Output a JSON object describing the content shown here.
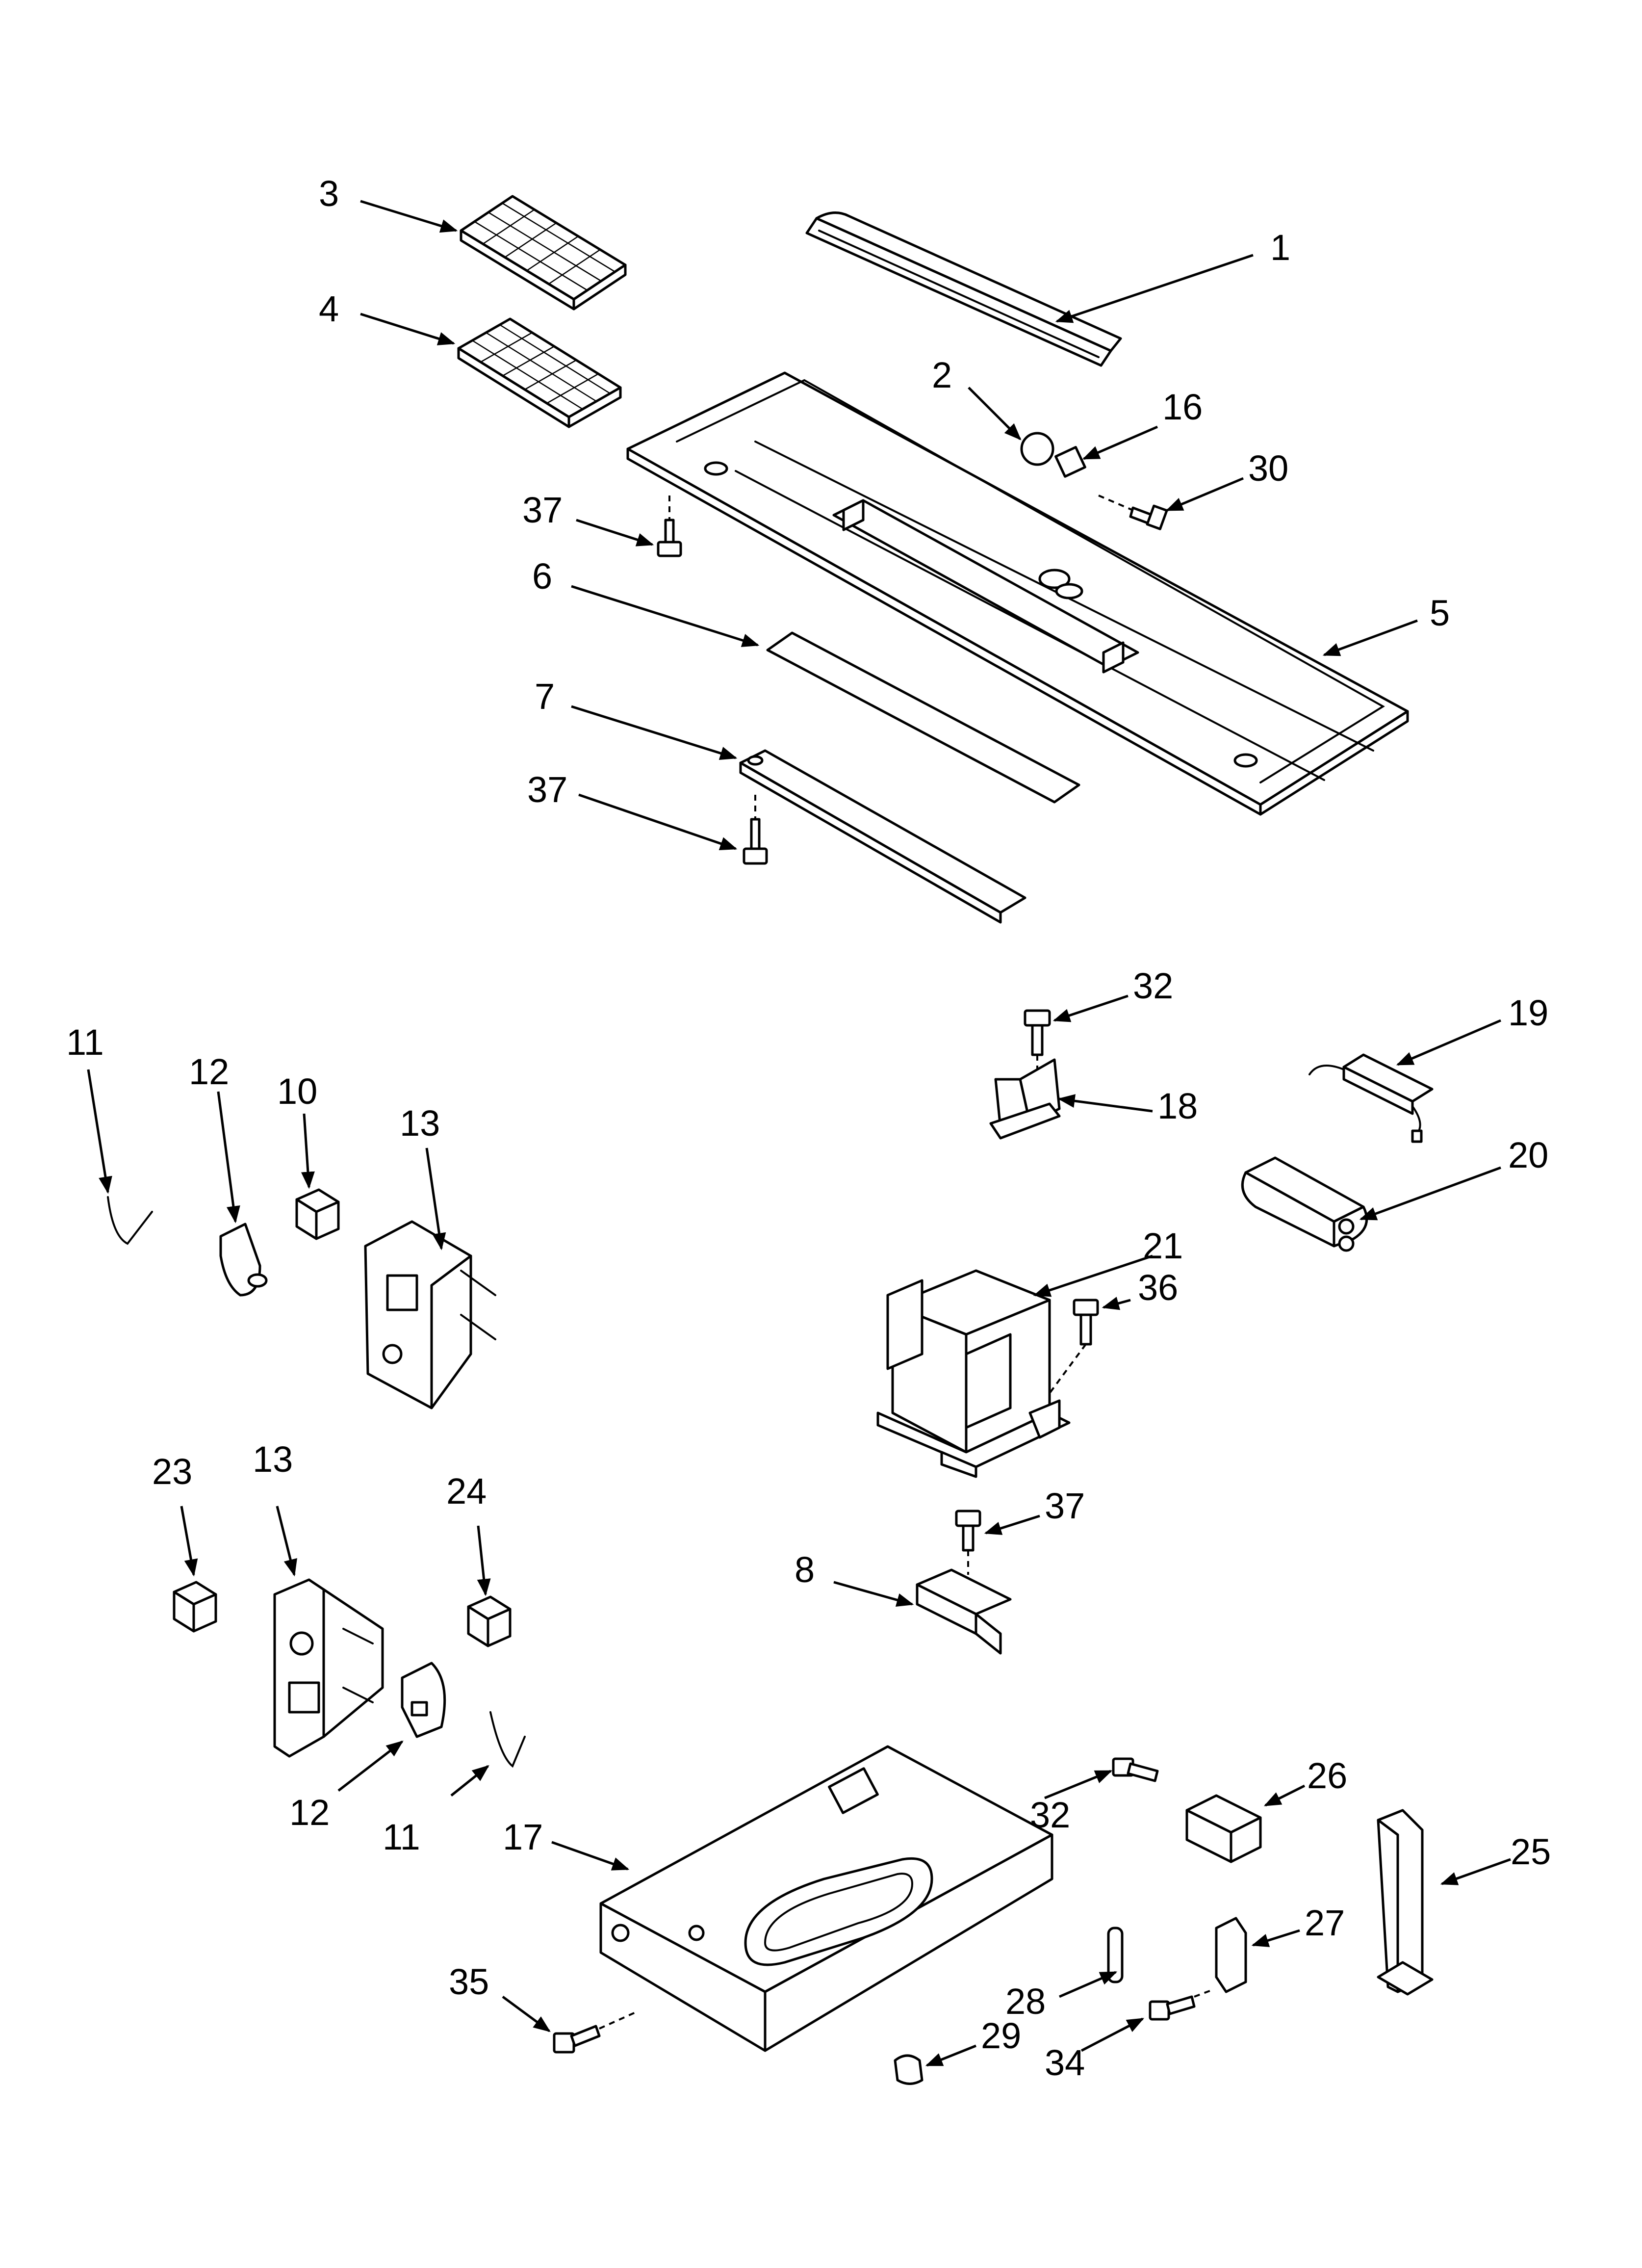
{
  "diagram": {
    "callouts": [
      {
        "id": "c1",
        "label": "1"
      },
      {
        "id": "c2",
        "label": "2"
      },
      {
        "id": "c3",
        "label": "3"
      },
      {
        "id": "c4",
        "label": "4"
      },
      {
        "id": "c5",
        "label": "5"
      },
      {
        "id": "c6",
        "label": "6"
      },
      {
        "id": "c7",
        "label": "7"
      },
      {
        "id": "c8",
        "label": "8"
      },
      {
        "id": "c10",
        "label": "10"
      },
      {
        "id": "c11a",
        "label": "11"
      },
      {
        "id": "c11b",
        "label": "11"
      },
      {
        "id": "c12a",
        "label": "12"
      },
      {
        "id": "c12b",
        "label": "12"
      },
      {
        "id": "c13a",
        "label": "13"
      },
      {
        "id": "c13b",
        "label": "13"
      },
      {
        "id": "c16",
        "label": "16"
      },
      {
        "id": "c17",
        "label": "17"
      },
      {
        "id": "c18",
        "label": "18"
      },
      {
        "id": "c19",
        "label": "19"
      },
      {
        "id": "c20",
        "label": "20"
      },
      {
        "id": "c21",
        "label": "21"
      },
      {
        "id": "c23",
        "label": "23"
      },
      {
        "id": "c24",
        "label": "24"
      },
      {
        "id": "c25",
        "label": "25"
      },
      {
        "id": "c26",
        "label": "26"
      },
      {
        "id": "c27",
        "label": "27"
      },
      {
        "id": "c28",
        "label": "28"
      },
      {
        "id": "c29",
        "label": "29"
      },
      {
        "id": "c30",
        "label": "30"
      },
      {
        "id": "c32a",
        "label": "32"
      },
      {
        "id": "c32b",
        "label": "32"
      },
      {
        "id": "c34",
        "label": "34"
      },
      {
        "id": "c35",
        "label": "35"
      },
      {
        "id": "c36",
        "label": "36"
      },
      {
        "id": "c37a",
        "label": "37"
      },
      {
        "id": "c37b",
        "label": "37"
      },
      {
        "id": "c37c",
        "label": "37"
      }
    ]
  }
}
